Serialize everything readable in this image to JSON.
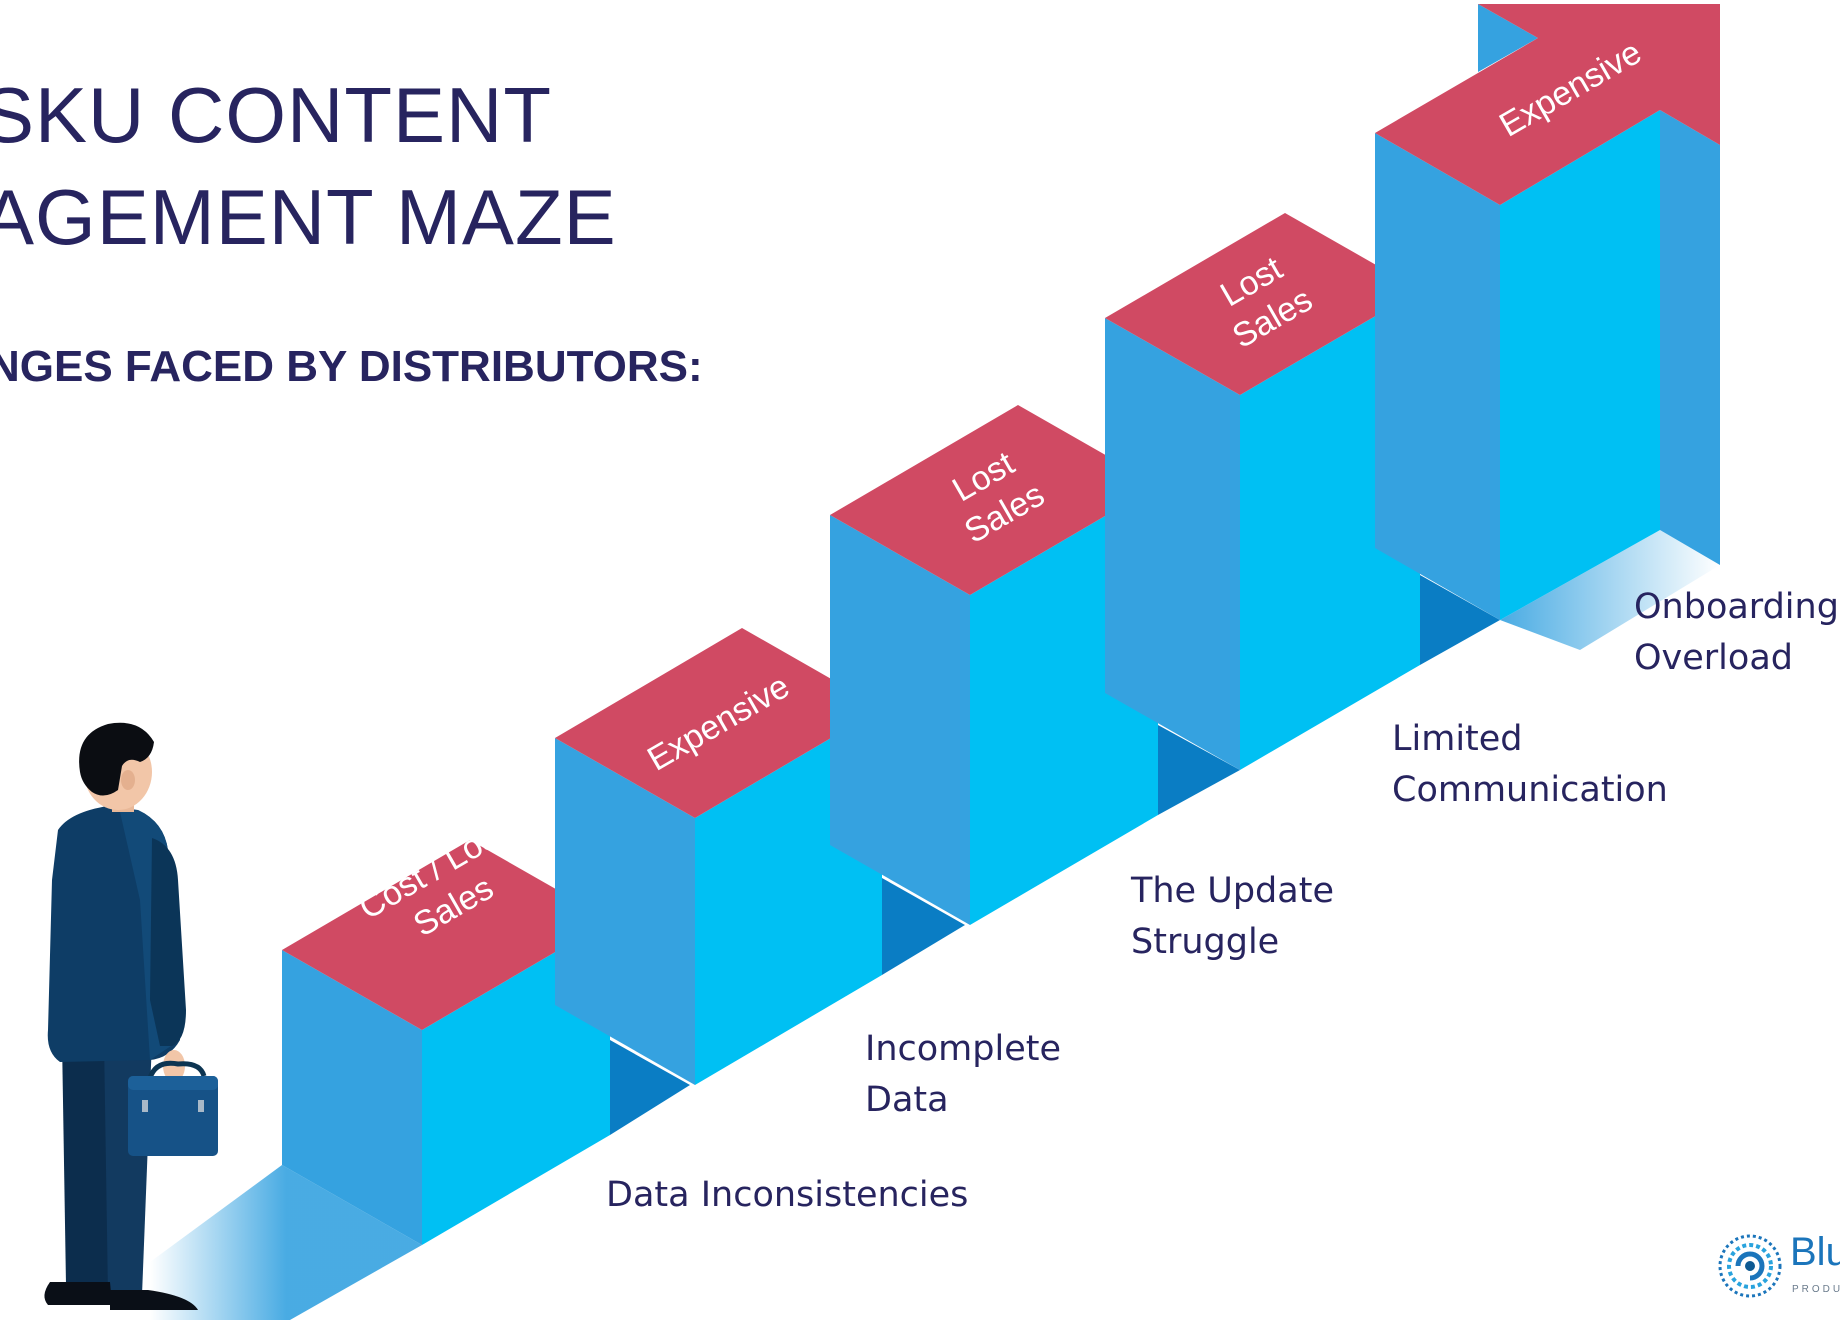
{
  "slide": {
    "title_lines": [
      "SKU CONTENT",
      "AGEMENT MAZE"
    ],
    "subtitle": "NGES FACED BY DISTRIBUTORS:"
  },
  "steps": [
    {
      "top_text": [
        "Cost / Lost",
        "Sales"
      ],
      "label": [
        "Data Inconsistencies"
      ]
    },
    {
      "top_text": [
        "Expensive"
      ],
      "label": [
        "Incomplete",
        "Data"
      ]
    },
    {
      "top_text": [
        "Lost",
        "Sales"
      ],
      "label": [
        "The Update",
        "Struggle"
      ]
    },
    {
      "top_text": [
        "Lost",
        "Sales"
      ],
      "label": [
        "Limited",
        "Communication"
      ]
    },
    {
      "top_text": [
        "Expensive"
      ],
      "label": [
        "Onboarding",
        "Overload"
      ]
    }
  ],
  "colors": {
    "title": "#27245f",
    "step_front": "#00c0f3",
    "step_side": "#35a2e0",
    "step_shadow": "#0a7dc4",
    "step_top": "#d04a63"
  },
  "icons": {
    "person": "businessman-with-briefcase-icon",
    "logo": "blue-spiral-logo-icon"
  },
  "logo": {
    "text": "Blu",
    "subtext": "PRODU"
  }
}
